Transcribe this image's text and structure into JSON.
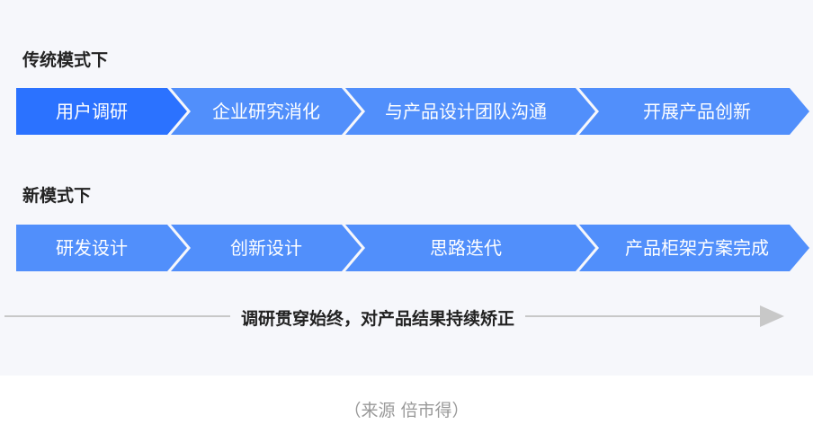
{
  "colors": {
    "active": "#2b72ff",
    "step": "#518ffb",
    "background": "#f6f7fb"
  },
  "traditional": {
    "title": "传统模式下",
    "steps": [
      "用户调研",
      "企业研究消化",
      "与产品设计团队沟通",
      "开展产品创新"
    ]
  },
  "new_mode": {
    "title": "新模式下",
    "steps": [
      "研发设计",
      "创新设计",
      "思路迭代",
      "产品柜架方案完成"
    ]
  },
  "timeline_note": "调研贯穿始终，对产品结果持续矫正",
  "source": "（来源  倍市得）"
}
